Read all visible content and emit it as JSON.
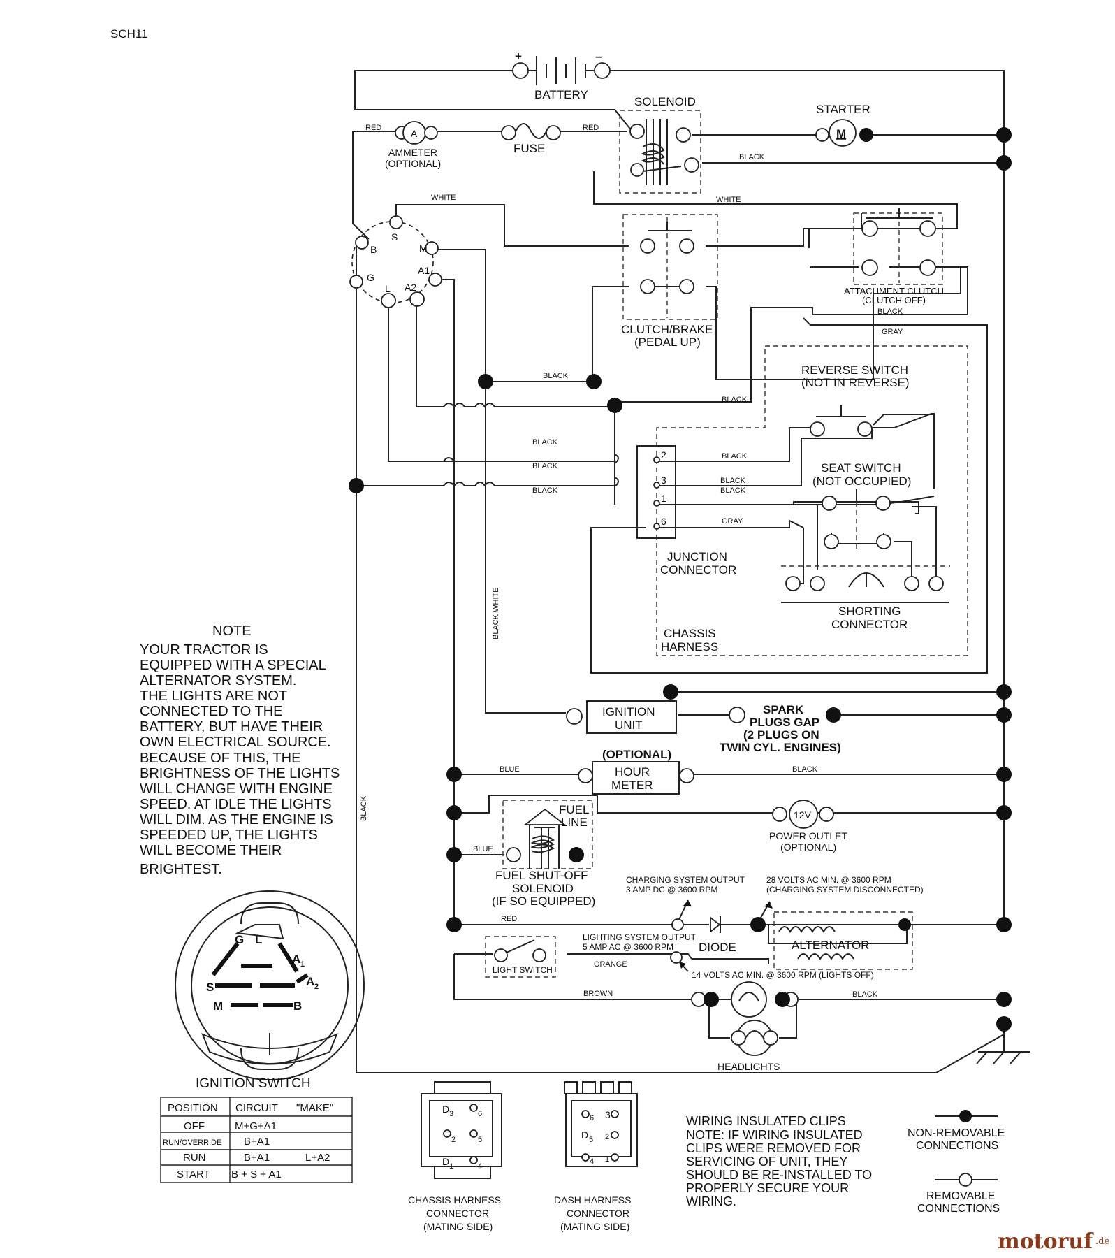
{
  "diagram_id": "SCH11",
  "components": {
    "battery": "BATTERY",
    "battery_plus": "+",
    "battery_minus": "–",
    "solenoid": "SOLENOID",
    "starter": "STARTER",
    "starter_symbol": "M",
    "ammeter_symbol": "A",
    "ammeter": "AMMETER",
    "ammeter_sub": "(OPTIONAL)",
    "fuse": "FUSE",
    "clutch_brake": "CLUTCH/BRAKE",
    "clutch_brake_sub": "(PEDAL UP)",
    "attachment_clutch": "ATTACHMENT CLUTCH",
    "attachment_clutch_sub": "(CLUTCH OFF)",
    "reverse_switch": "REVERSE SWITCH",
    "reverse_switch_sub": "(NOT IN REVERSE)",
    "seat_switch": "SEAT SWITCH",
    "seat_switch_sub": "(NOT OCCUPIED)",
    "junction_connector_1": "JUNCTION",
    "junction_connector_2": "CONNECTOR",
    "shorting_connector_1": "SHORTING",
    "shorting_connector_2": "CONNECTOR",
    "chassis_harness_1": "CHASSIS",
    "chassis_harness_2": "HARNESS",
    "ignition_unit_1": "IGNITION",
    "ignition_unit_2": "UNIT",
    "spark_1": "SPARK",
    "spark_2": "PLUGS GAP",
    "spark_3": "(2 PLUGS ON",
    "spark_4": "TWIN CYL. ENGINES)",
    "hour_meter_optional": "(OPTIONAL)",
    "hour_meter_1": "HOUR",
    "hour_meter_2": "METER",
    "fuel_line_1": "FUEL",
    "fuel_line_2": "LINE",
    "power_outlet_symbol": "12V",
    "power_outlet": "POWER OUTLET",
    "power_outlet_sub": "(OPTIONAL)",
    "fuel_solenoid_1": "FUEL SHUT-OFF",
    "fuel_solenoid_2": "SOLENOID",
    "fuel_solenoid_3": "(IF SO EQUIPPED)",
    "charging_output_1": "CHARGING SYSTEM OUTPUT",
    "charging_output_2": "3 AMP DC @ 3600 RPM",
    "volts28_1": "28 VOLTS AC MIN. @ 3600 RPM",
    "volts28_2": "(CHARGING SYSTEM DISCONNECTED)",
    "diode": "DIODE",
    "alternator": "ALTERNATOR",
    "lighting_output_1": "LIGHTING SYSTEM OUTPUT",
    "lighting_output_2": "5 AMP AC @ 3600 RPM",
    "volts14": "14 VOLTS AC MIN. @ 3600 RPM (LIGHTS OFF)",
    "light_switch": "LIGHT SWITCH",
    "headlights": "HEADLIGHTS"
  },
  "wire_labels": {
    "red": "RED",
    "black": "BLACK",
    "white": "WHITE",
    "gray": "GRAY",
    "blue": "BLUE",
    "orange": "ORANGE",
    "brown": "BROWN",
    "black_white": "BLACK WHITE"
  },
  "ignition_terminals": {
    "b": "B",
    "s": "S",
    "m": "M",
    "a1": "A1",
    "g": "G",
    "l": "L",
    "a2": "A2"
  },
  "junction_pins": {
    "p2": "2",
    "p3": "3",
    "p1": "1",
    "p6": "6"
  },
  "note": {
    "title": "NOTE",
    "lines": [
      "YOUR TRACTOR IS",
      "EQUIPPED WITH A SPECIAL",
      "ALTERNATOR SYSTEM.",
      "THE LIGHTS ARE NOT",
      "CONNECTED TO THE",
      "BATTERY, BUT HAVE THEIR",
      "OWN ELECTRICAL SOURCE.",
      "BECAUSE OF THIS, THE",
      "BRIGHTNESS OF THE LIGHTS",
      "WILL CHANGE WITH ENGINE",
      "SPEED.  AT IDLE THE LIGHTS",
      "WILL DIM.  AS THE ENGINE IS",
      "SPEEDED UP, THE LIGHTS",
      "WILL BECOME THEIR",
      "BRIGHTEST."
    ]
  },
  "ignition_switch": {
    "title": "IGNITION SWITCH",
    "face_labels": {
      "g": "G",
      "l": "L",
      "a1": "A",
      "a1_sub": "1",
      "s": "S",
      "a2": "A",
      "a2_sub": "2",
      "m": "M",
      "b": "B"
    },
    "table_headers": [
      "POSITION",
      "CIRCUIT",
      "\"MAKE\""
    ],
    "rows": [
      {
        "position": "OFF",
        "circuit": "M+G+A1",
        "extra": ""
      },
      {
        "position": "RUN/OVERRIDE",
        "circuit": "B+A1",
        "extra": ""
      },
      {
        "position": "RUN",
        "circuit": "B+A1",
        "extra": "L+A2"
      },
      {
        "position": "START",
        "circuit": "B + S + A1",
        "extra": ""
      }
    ]
  },
  "connectors": {
    "chassis_label": [
      "CHASSIS HARNESS",
      "CONNECTOR",
      "(MATING SIDE)"
    ],
    "dash_label": [
      "DASH HARNESS",
      "CONNECTOR",
      "(MATING SIDE)"
    ],
    "chassis_pins": {
      "d3": "D",
      "d3s": "3",
      "p6": "6",
      "p2": "2",
      "p5": "5",
      "d1": "D",
      "d1s": "1",
      "p4": "4"
    },
    "dash_pins": {
      "p6": "6",
      "d3": "3",
      "d5": "D",
      "d5s": "5",
      "p2": "2",
      "p4": "4",
      "d1": "1"
    }
  },
  "clips_note": [
    "WIRING INSULATED CLIPS",
    "NOTE: IF WIRING INSULATED",
    "CLIPS WERE REMOVED FOR",
    "SERVICING OF UNIT, THEY",
    "SHOULD BE RE-INSTALLED TO",
    "PROPERLY SECURE YOUR",
    "WIRING."
  ],
  "legend": {
    "non_removable": [
      "NON-REMOVABLE",
      "CONNECTIONS"
    ],
    "removable": [
      "REMOVABLE",
      "CONNECTIONS"
    ]
  },
  "watermark": {
    "main": "motoruf",
    "suffix": ".de"
  }
}
